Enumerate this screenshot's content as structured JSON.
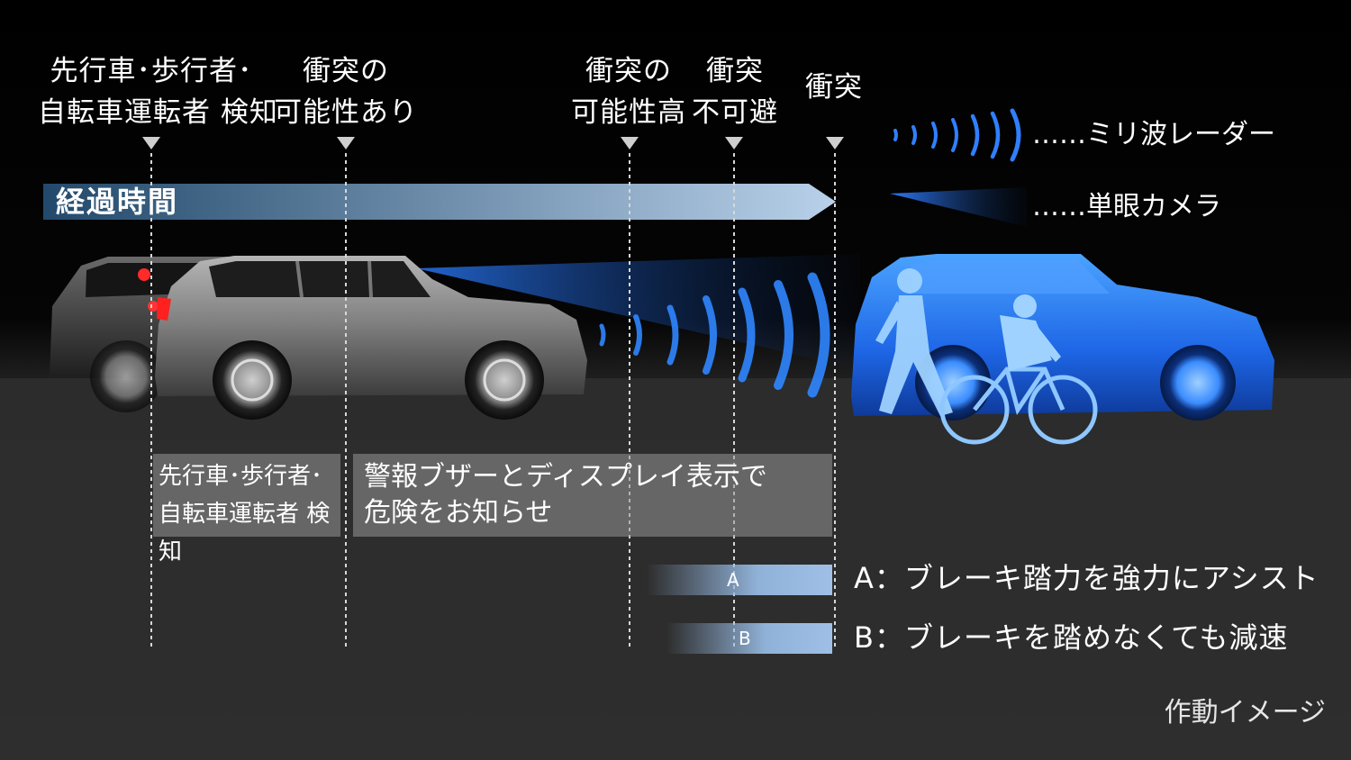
{
  "timeline": {
    "label": "経過時間",
    "stages": [
      {
        "line1": "先行車･歩行者･",
        "line2": "自転車運転者 検知"
      },
      {
        "line1": "衝突の",
        "line2": "可能性あり"
      },
      {
        "line1": "衝突の",
        "line2": "可能性高"
      },
      {
        "line1": "衝突",
        "line2": "不可避"
      },
      {
        "line1": "",
        "line2": "衝突"
      }
    ]
  },
  "legend": {
    "radar": "……ミリ波レーダー",
    "camera": "……単眼カメラ"
  },
  "phases": {
    "detect": {
      "line1": "先行車･歩行者･",
      "line2": "自転車運転者 検知"
    },
    "warn": {
      "line1": "警報ブザーとディスプレイ表示で",
      "line2": "危険をお知らせ"
    }
  },
  "actions": [
    {
      "letter": "A",
      "text": "A：ブレーキ踏力を強力にアシスト"
    },
    {
      "letter": "B",
      "text": "B：ブレーキを踏めなくても減速"
    }
  ],
  "footer": "作動イメージ",
  "colors": {
    "background": "#000000",
    "road": "#2f2f2f",
    "accent_blue": "#1e6fe0",
    "bar_start": "#2d5a80",
    "bar_end": "#b8d0ea",
    "phase_box": "#8c8c8c"
  }
}
